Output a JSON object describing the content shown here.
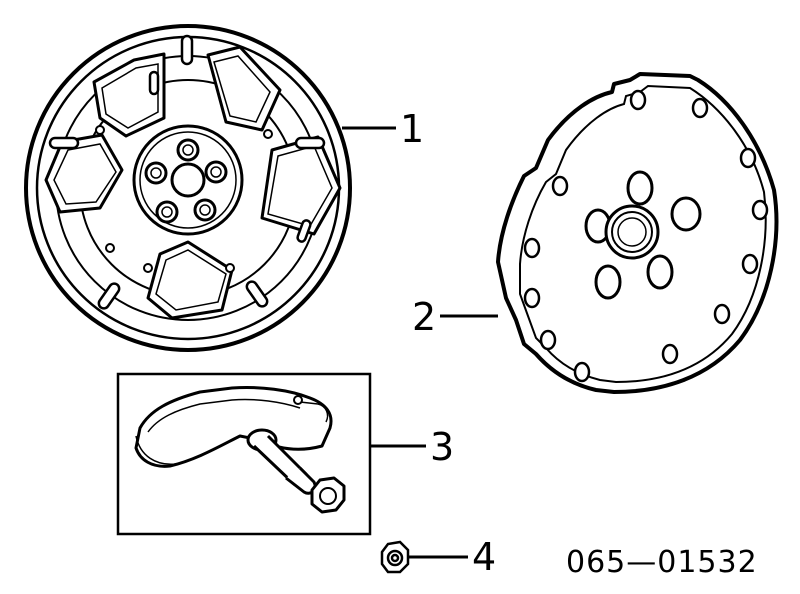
{
  "diagram": {
    "callouts": [
      {
        "id": "wheel",
        "label": "1"
      },
      {
        "id": "cap",
        "label": "2"
      },
      {
        "id": "tpms-sensor",
        "label": "3"
      },
      {
        "id": "valve-nut",
        "label": "4"
      }
    ],
    "part_number": "065—01532",
    "colors": {
      "ink": "#000000",
      "paper": "#ffffff"
    }
  }
}
